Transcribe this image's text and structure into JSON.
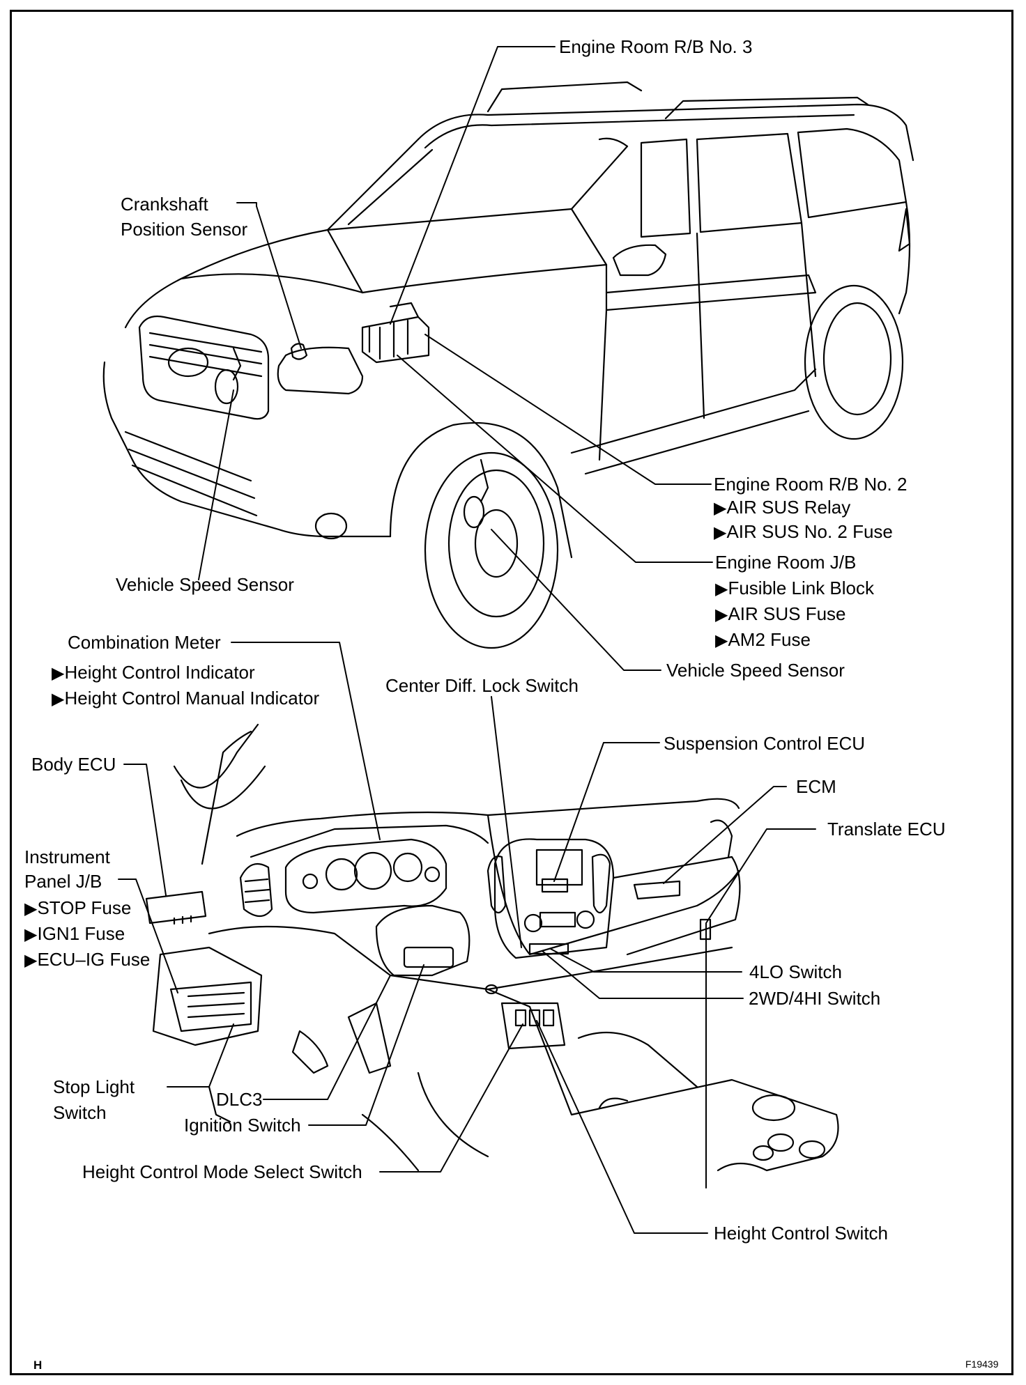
{
  "diagram": {
    "labels": {
      "engine_room_rb3": "Engine Room R/B No. 3",
      "crankshaft_line1": "Crankshaft",
      "crankshaft_line2": "Position Sensor",
      "engine_room_rb2": "Engine Room R/B No. 2",
      "air_sus_relay": "AIR SUS Relay",
      "air_sus_no2_fuse": "AIR SUS No. 2 Fuse",
      "engine_room_jb": "Engine Room J/B",
      "fusible_link_block": "Fusible Link Block",
      "air_sus_fuse": "AIR SUS Fuse",
      "am2_fuse": "AM2 Fuse",
      "vehicle_speed_sensor_left": "Vehicle Speed Sensor",
      "vehicle_speed_sensor_right": "Vehicle Speed Sensor",
      "combination_meter": "Combination Meter",
      "height_control_indicator": "Height Control Indicator",
      "height_control_manual_indicator": "Height Control Manual Indicator",
      "center_diff_lock_switch": "Center Diff. Lock Switch",
      "suspension_control_ecu": "Suspension Control ECU",
      "body_ecu": "Body ECU",
      "ecm": "ECM",
      "translate_ecu": "Translate ECU",
      "instrument_line1": "Instrument",
      "instrument_line2": "Panel J/B",
      "stop_fuse": "STOP Fuse",
      "ign1_fuse": "IGN1 Fuse",
      "ecu_ig_fuse": "ECU–IG Fuse",
      "lo4_switch": "4LO Switch",
      "wd2_4hi_switch": "2WD/4HI Switch",
      "stop_light_line1": "Stop Light",
      "stop_light_line2": "Switch",
      "dlc3": "DLC3",
      "ignition_switch": "Ignition Switch",
      "height_control_mode_select_switch": "Height Control Mode Select Switch",
      "height_control_switch": "Height Control Switch"
    },
    "corner_left": "H",
    "corner_right": "F19439",
    "line_color": "#000000",
    "background_color": "#ffffff"
  }
}
